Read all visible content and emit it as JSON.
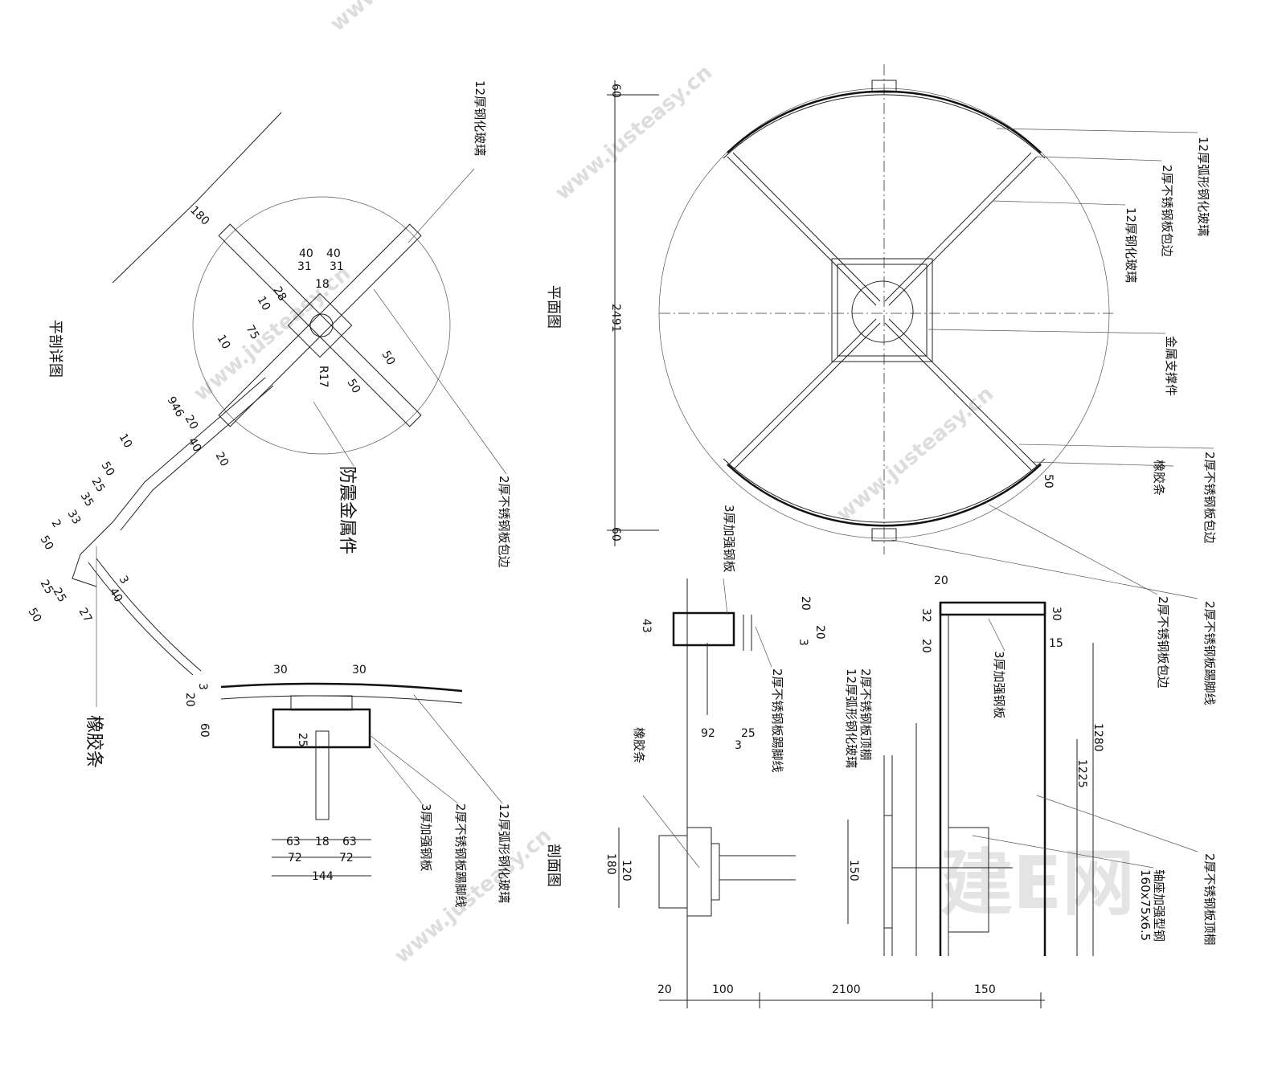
{
  "watermark": {
    "site": "www.justeasy.cn",
    "brand": "建E网"
  },
  "titles": {
    "plan": "平面图",
    "section": "剖面图",
    "detail": "平剖详图"
  },
  "plan_labels": {
    "arc_glass": "12厚弧形钢化玻璃",
    "edge_wrap_1": "2厚不锈钢板包边",
    "glass": "12厚钢化玻璃",
    "support": "金属支撑件",
    "edge_wrap_2": "2厚不锈钢板包边",
    "rubber": "橡胶条",
    "edge_wrap_3": "2厚不锈钢板包边",
    "skirting": "2厚不锈钢板踢脚线"
  },
  "plan_dims": {
    "top": "60",
    "total": "2491",
    "bottom": "60",
    "small": "50"
  },
  "detail_labels": {
    "glass": "12厚钢化玻璃",
    "edge_wrap": "2厚不锈钢板包边",
    "seismic": "防震金属件",
    "rubber": "橡胶条",
    "arc_glass": "12厚弧形钢化玻璃",
    "skirting": "2厚不锈钢板踢脚线",
    "plate": "3厚加强钢板"
  },
  "detail_dims": [
    "180",
    "40",
    "40",
    "31",
    "31",
    "18",
    "28",
    "10",
    "75",
    "10",
    "R17",
    "50",
    "50",
    "946",
    "20",
    "40",
    "20",
    "10",
    "50",
    "25",
    "35",
    "33",
    "2",
    "50",
    "25",
    "25",
    "50",
    "3",
    "40",
    "27",
    "30",
    "30",
    "3",
    "20",
    "60",
    "25",
    "63",
    "18",
    "63",
    "72",
    "72",
    "144"
  ],
  "section_labels": {
    "plate_left": "3厚加强钢板",
    "skirting": "2厚不锈钢板踢脚线",
    "rubber": "橡胶条",
    "ceiling_wrap": "2厚不锈钢板顶棚",
    "arc_glass": "12厚弧形钢化玻璃",
    "plate_right": "3厚加强钢板",
    "axle": "轴座加强型钢",
    "axle_spec": "160x75x6.5",
    "ceiling_right": "2厚不锈钢板顶棚"
  },
  "section_dims": [
    "43",
    "20",
    "20",
    "3",
    "92",
    "25",
    "3",
    "120",
    "180",
    "20",
    "32",
    "20",
    "30",
    "15",
    "1280",
    "1225",
    "150",
    "20",
    "100",
    "2100",
    "150"
  ]
}
